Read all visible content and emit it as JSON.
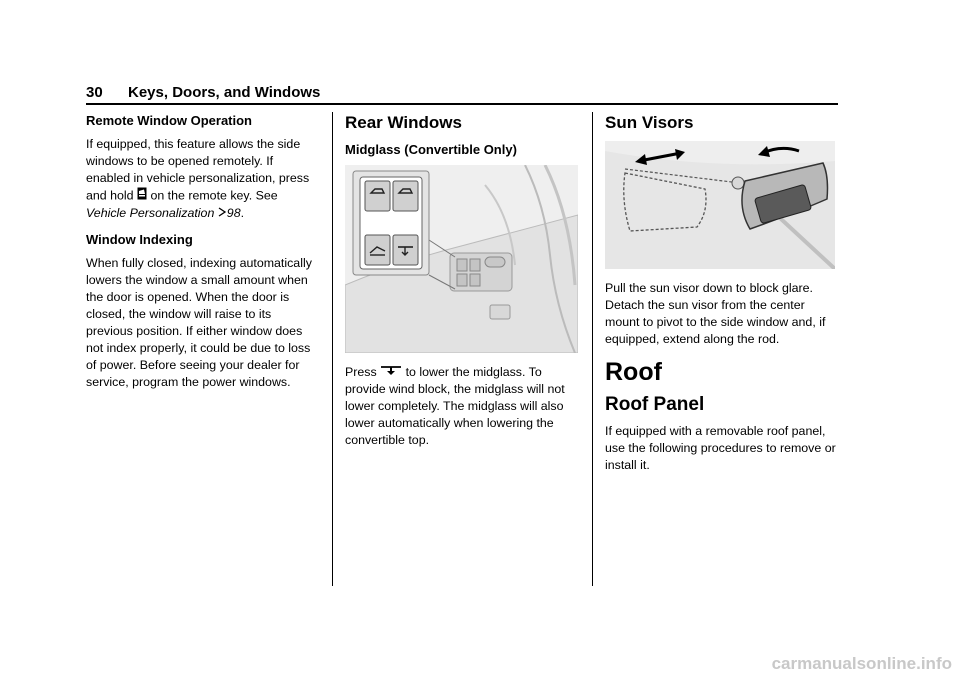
{
  "header": {
    "page_number": "30",
    "section_title": "Keys, Doors, and Windows"
  },
  "col1": {
    "h_remote": "Remote Window Operation",
    "p_remote_1": "If equipped, this feature allows the side windows to be opened remotely. If enabled in vehicle personalization, press and hold",
    "p_remote_2": "on the remote key. See",
    "link_text": "Vehicle Personalization",
    "link_page": "98",
    "h_indexing": "Window Indexing",
    "p_indexing": "When fully closed, indexing automatically lowers the window a small amount when the door is opened. When the door is closed, the window will raise to its previous position. If either window does not index properly, it could be due to loss of power. Before seeing your dealer for service, program the power windows."
  },
  "col2": {
    "h_rear": "Rear Windows",
    "h_midglass": "Midglass (Convertible Only)",
    "p_press": "Press",
    "p_midglass": "to lower the midglass. To provide wind block, the midglass will not lower completely. The midglass will also lower automatically when lowering the convertible top."
  },
  "col3": {
    "h_sunvisors": "Sun Visors",
    "p_visor": "Pull the sun visor down to block glare. Detach the sun visor from the center mount to pivot to the side window and, if equipped, extend along the rod.",
    "h_roof": "Roof",
    "h_roofpanel": "Roof Panel",
    "p_roofpanel": "If equipped with a removable roof panel, use the following procedures to remove or install it."
  },
  "icons": {
    "remote_window_button": "window-key-icon",
    "midglass_button": "midglass-down-icon",
    "page_ref": "page-ref-arrow-icon"
  },
  "footer": {
    "watermark": "carmanualsonline.info"
  }
}
